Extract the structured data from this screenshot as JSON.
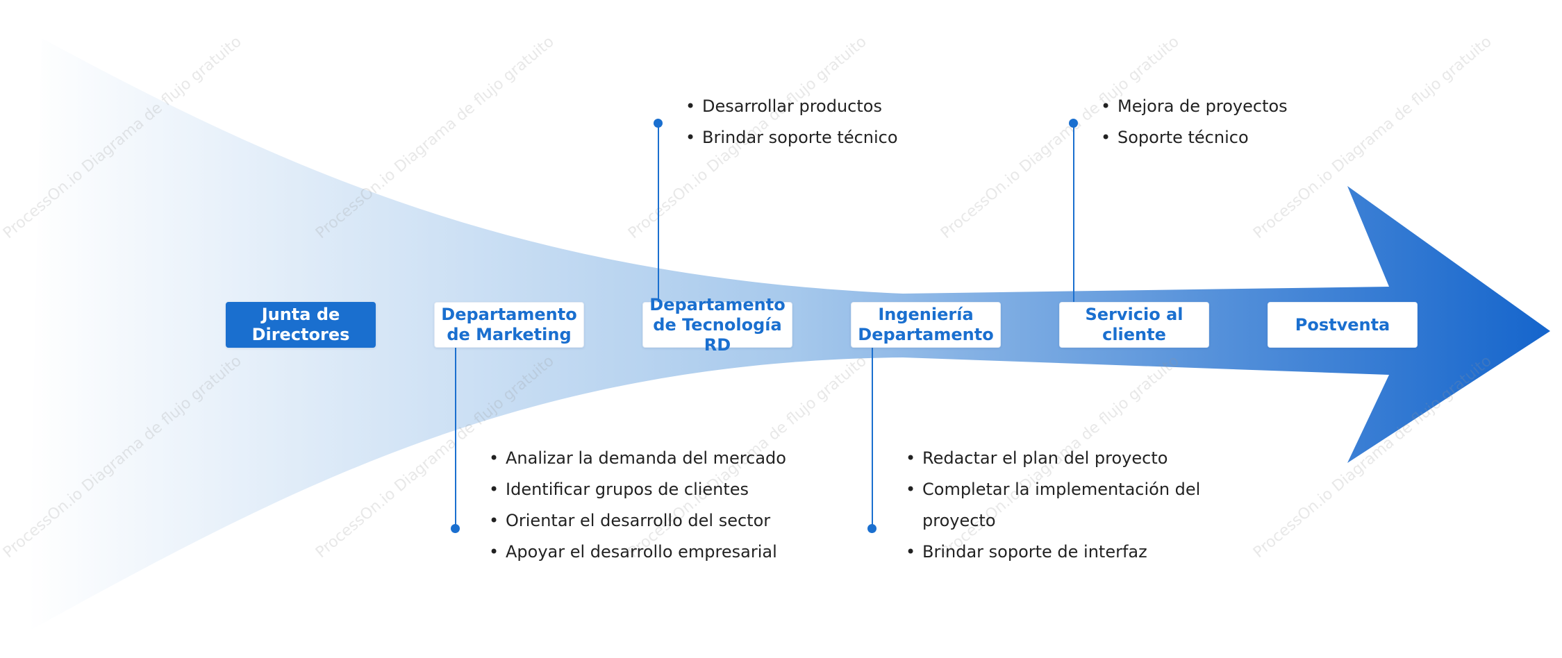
{
  "colors": {
    "accent": "#1a6fcf",
    "arrow_dark": "#1565cc",
    "text": "#222222"
  },
  "nodes": [
    {
      "label": "Junta de Directores",
      "primary": true
    },
    {
      "label": "Departamento de Marketing"
    },
    {
      "label": "Departamento de Tecnología RD"
    },
    {
      "label": "Ingeniería Departamento"
    },
    {
      "label": "Servicio al cliente"
    },
    {
      "label": "Postventa"
    }
  ],
  "callouts": {
    "marketing": [
      "Analizar la demanda del mercado",
      "Identificar grupos de clientes",
      "Orientar el desarrollo del sector",
      "Apoyar el desarrollo empresarial"
    ],
    "tecnologia": [
      "Desarrollar productos",
      "Brindar soporte técnico"
    ],
    "ingenieria": [
      "Redactar el plan del proyecto",
      "Completar la implementación del proyecto",
      "Brindar soporte de interfaz"
    ],
    "servicio": [
      "Mejora de proyectos",
      "Soporte técnico"
    ]
  },
  "watermark": "ProcessOn.io Diagrama de flujo gratuito"
}
